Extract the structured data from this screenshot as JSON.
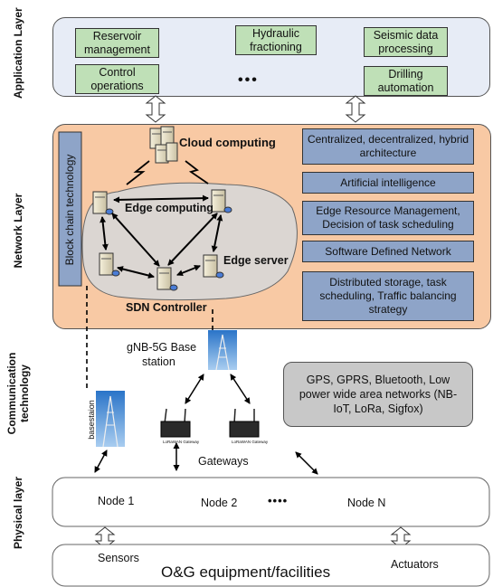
{
  "layers": {
    "application": "Application Layer",
    "network": "Network Layer",
    "communication_line1": "Communication",
    "communication_line2": "technology",
    "physical": "Physical layer"
  },
  "application_boxes": {
    "reservoir": "Reservoir management",
    "hydraulic": "Hydraulic fractioning",
    "seismic": "Seismic data processing",
    "control": "Control operations",
    "ellipsis": "•••",
    "drilling": "Drilling automation"
  },
  "network": {
    "cloud": "Cloud computing",
    "blockchain": "Block chain technology",
    "edge_computing": "Edge computing",
    "edge_server": "Edge server",
    "sdn_controller": "SDN Controller",
    "features": [
      "Centralized, decentralized, hybrid architecture",
      "Artificial intelligence",
      "Edge Resource Management, Decision of task scheduling",
      "Software Defined Network",
      "Distributed storage, task scheduling, Traffic balancing strategy"
    ]
  },
  "communication": {
    "gnb_line1": "gNB-5G Base",
    "gnb_line2": "station",
    "basestation": "basestaion",
    "gateways": "Gateways",
    "gateway_device": "LoRaWAN Gateway",
    "protocols": "GPS, GPRS, Bluetooth, Low power wide area networks (NB-IoT, LoRa, Sigfox)"
  },
  "physical": {
    "node1": "Node 1",
    "node2": "Node 2",
    "dots": "••••",
    "nodeN": "Node N",
    "sensors": "Sensors",
    "equipment": "O&G equipment/facilities",
    "actuators": "Actuators"
  },
  "colors": {
    "application_panel": "#e7ecf6",
    "application_box": "#bfe0b7",
    "network_panel": "#f8c9a4",
    "network_box": "#8ea4c8",
    "edge_cloud": "#dbd6d2",
    "protocol_box": "#c8c8c8"
  }
}
